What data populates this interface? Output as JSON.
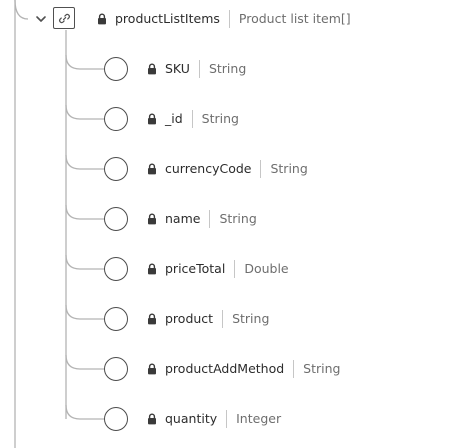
{
  "parent": {
    "name": "productListItems",
    "type": "Product list item[]",
    "expand_icon": "chevron-down-icon",
    "link_icon": "link-icon",
    "lock_icon": "lock-icon"
  },
  "fields": [
    {
      "name": "SKU",
      "type": "String"
    },
    {
      "name": "_id",
      "type": "String"
    },
    {
      "name": "currencyCode",
      "type": "String"
    },
    {
      "name": "name",
      "type": "String"
    },
    {
      "name": "priceTotal",
      "type": "Double"
    },
    {
      "name": "product",
      "type": "String"
    },
    {
      "name": "productAddMethod",
      "type": "String"
    },
    {
      "name": "quantity",
      "type": "Integer"
    }
  ],
  "colors": {
    "text": "#2c2c2c",
    "type_text": "#6e6e6e",
    "tree_line": "#b3b3b3",
    "icon": "#505050"
  }
}
